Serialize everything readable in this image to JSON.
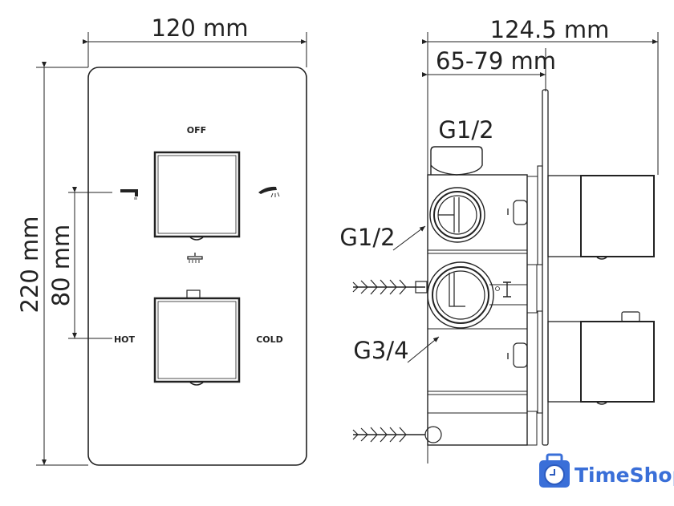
{
  "front_view": {
    "width_dim": "120 mm",
    "height_dim": "220 mm",
    "spacing_dim": "80 mm",
    "labels": {
      "off": "OFF",
      "hot": "HOT",
      "cold": "COLD"
    },
    "icons": [
      "tap-spout-icon",
      "hand-shower-icon",
      "rain-shower-icon"
    ]
  },
  "side_view": {
    "depth_dim": "124.5 mm",
    "wall_depth_dim": "65-79 mm",
    "top_port": "G1/2",
    "side_port": "G1/2",
    "lower_port": "G3/4"
  },
  "watermark": {
    "brand": "TimeShop",
    "brand_color": "#3a6fd8"
  }
}
